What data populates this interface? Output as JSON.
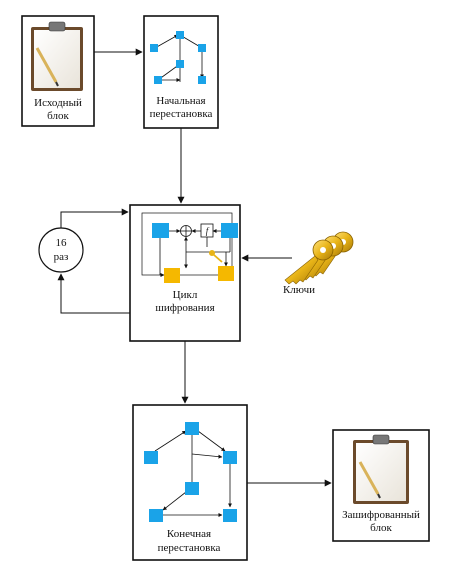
{
  "blocks": {
    "source": {
      "line1": "Исходный",
      "line2": "блок"
    },
    "initial_perm": {
      "line1": "Начальная",
      "line2": "перестановка"
    },
    "cipher_cycle": {
      "line1": "Цикл",
      "line2": "шифрования"
    },
    "final_perm": {
      "line1": "Конечная",
      "line2": "перестановка"
    },
    "encrypted": {
      "line1": "Зашифрованный",
      "line2": "блок"
    }
  },
  "loop": {
    "count": "16",
    "unit": "раз"
  },
  "keys": {
    "label": "Ключи"
  },
  "round_function": {
    "symbol": "f"
  },
  "colors": {
    "node_blue": "#1aa3e8",
    "node_yellow": "#f5b800",
    "key_gold": "#e8b417",
    "clipboard_brown": "#6b4a2b",
    "pencil": "#d9b35a"
  }
}
